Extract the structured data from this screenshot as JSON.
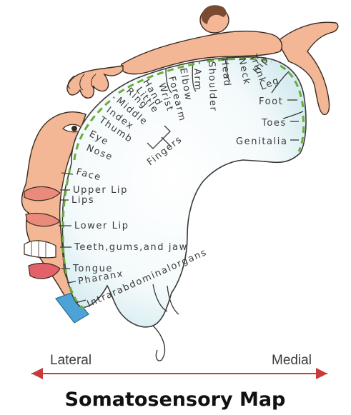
{
  "title": "Somatosensory Map",
  "axis": {
    "left": "Lateral",
    "right": "Medial"
  },
  "colors": {
    "skin": "#f3b795",
    "skin_outline": "#3a2a22",
    "hair": "#7a4a32",
    "cortex_fill": "#ffffff",
    "cortex_shade": "#dbeef2",
    "cortex_outline": "#3a3a3a",
    "green_segments": "#6aad3a",
    "arrow": "#c83b3b",
    "lips": "#e98a7a",
    "tongue": "#e5616a",
    "pharynx": "#4ea3d6"
  },
  "regions": {
    "genitalia": "Genitalia",
    "toes": "Toes",
    "foot": "Foot",
    "leg": "Leg",
    "hip": "Hip",
    "trunk": "Trunk",
    "neck": "Neck",
    "head": "Head",
    "shoulder": "Shoulder",
    "arm": "Arm",
    "elbow": "Elbow",
    "forearm": "Forearm",
    "wrist": "Wrist",
    "hand": "Hand",
    "little": "Little",
    "ring": "Ring",
    "middle": "Middle",
    "index": "Index",
    "thumb": "Thumb",
    "fingers": "Fingers",
    "eye": "Eye",
    "nose": "Nose",
    "face": "Face",
    "upper_lip": "Upper Lip",
    "lips": "Lips",
    "lower_lip": "Lower Lip",
    "teeth": "Teeth,gums,and jaw",
    "tongue": "Tongue",
    "pharynx": "Pharanx",
    "intra": "Intrarabdominalorgans"
  }
}
